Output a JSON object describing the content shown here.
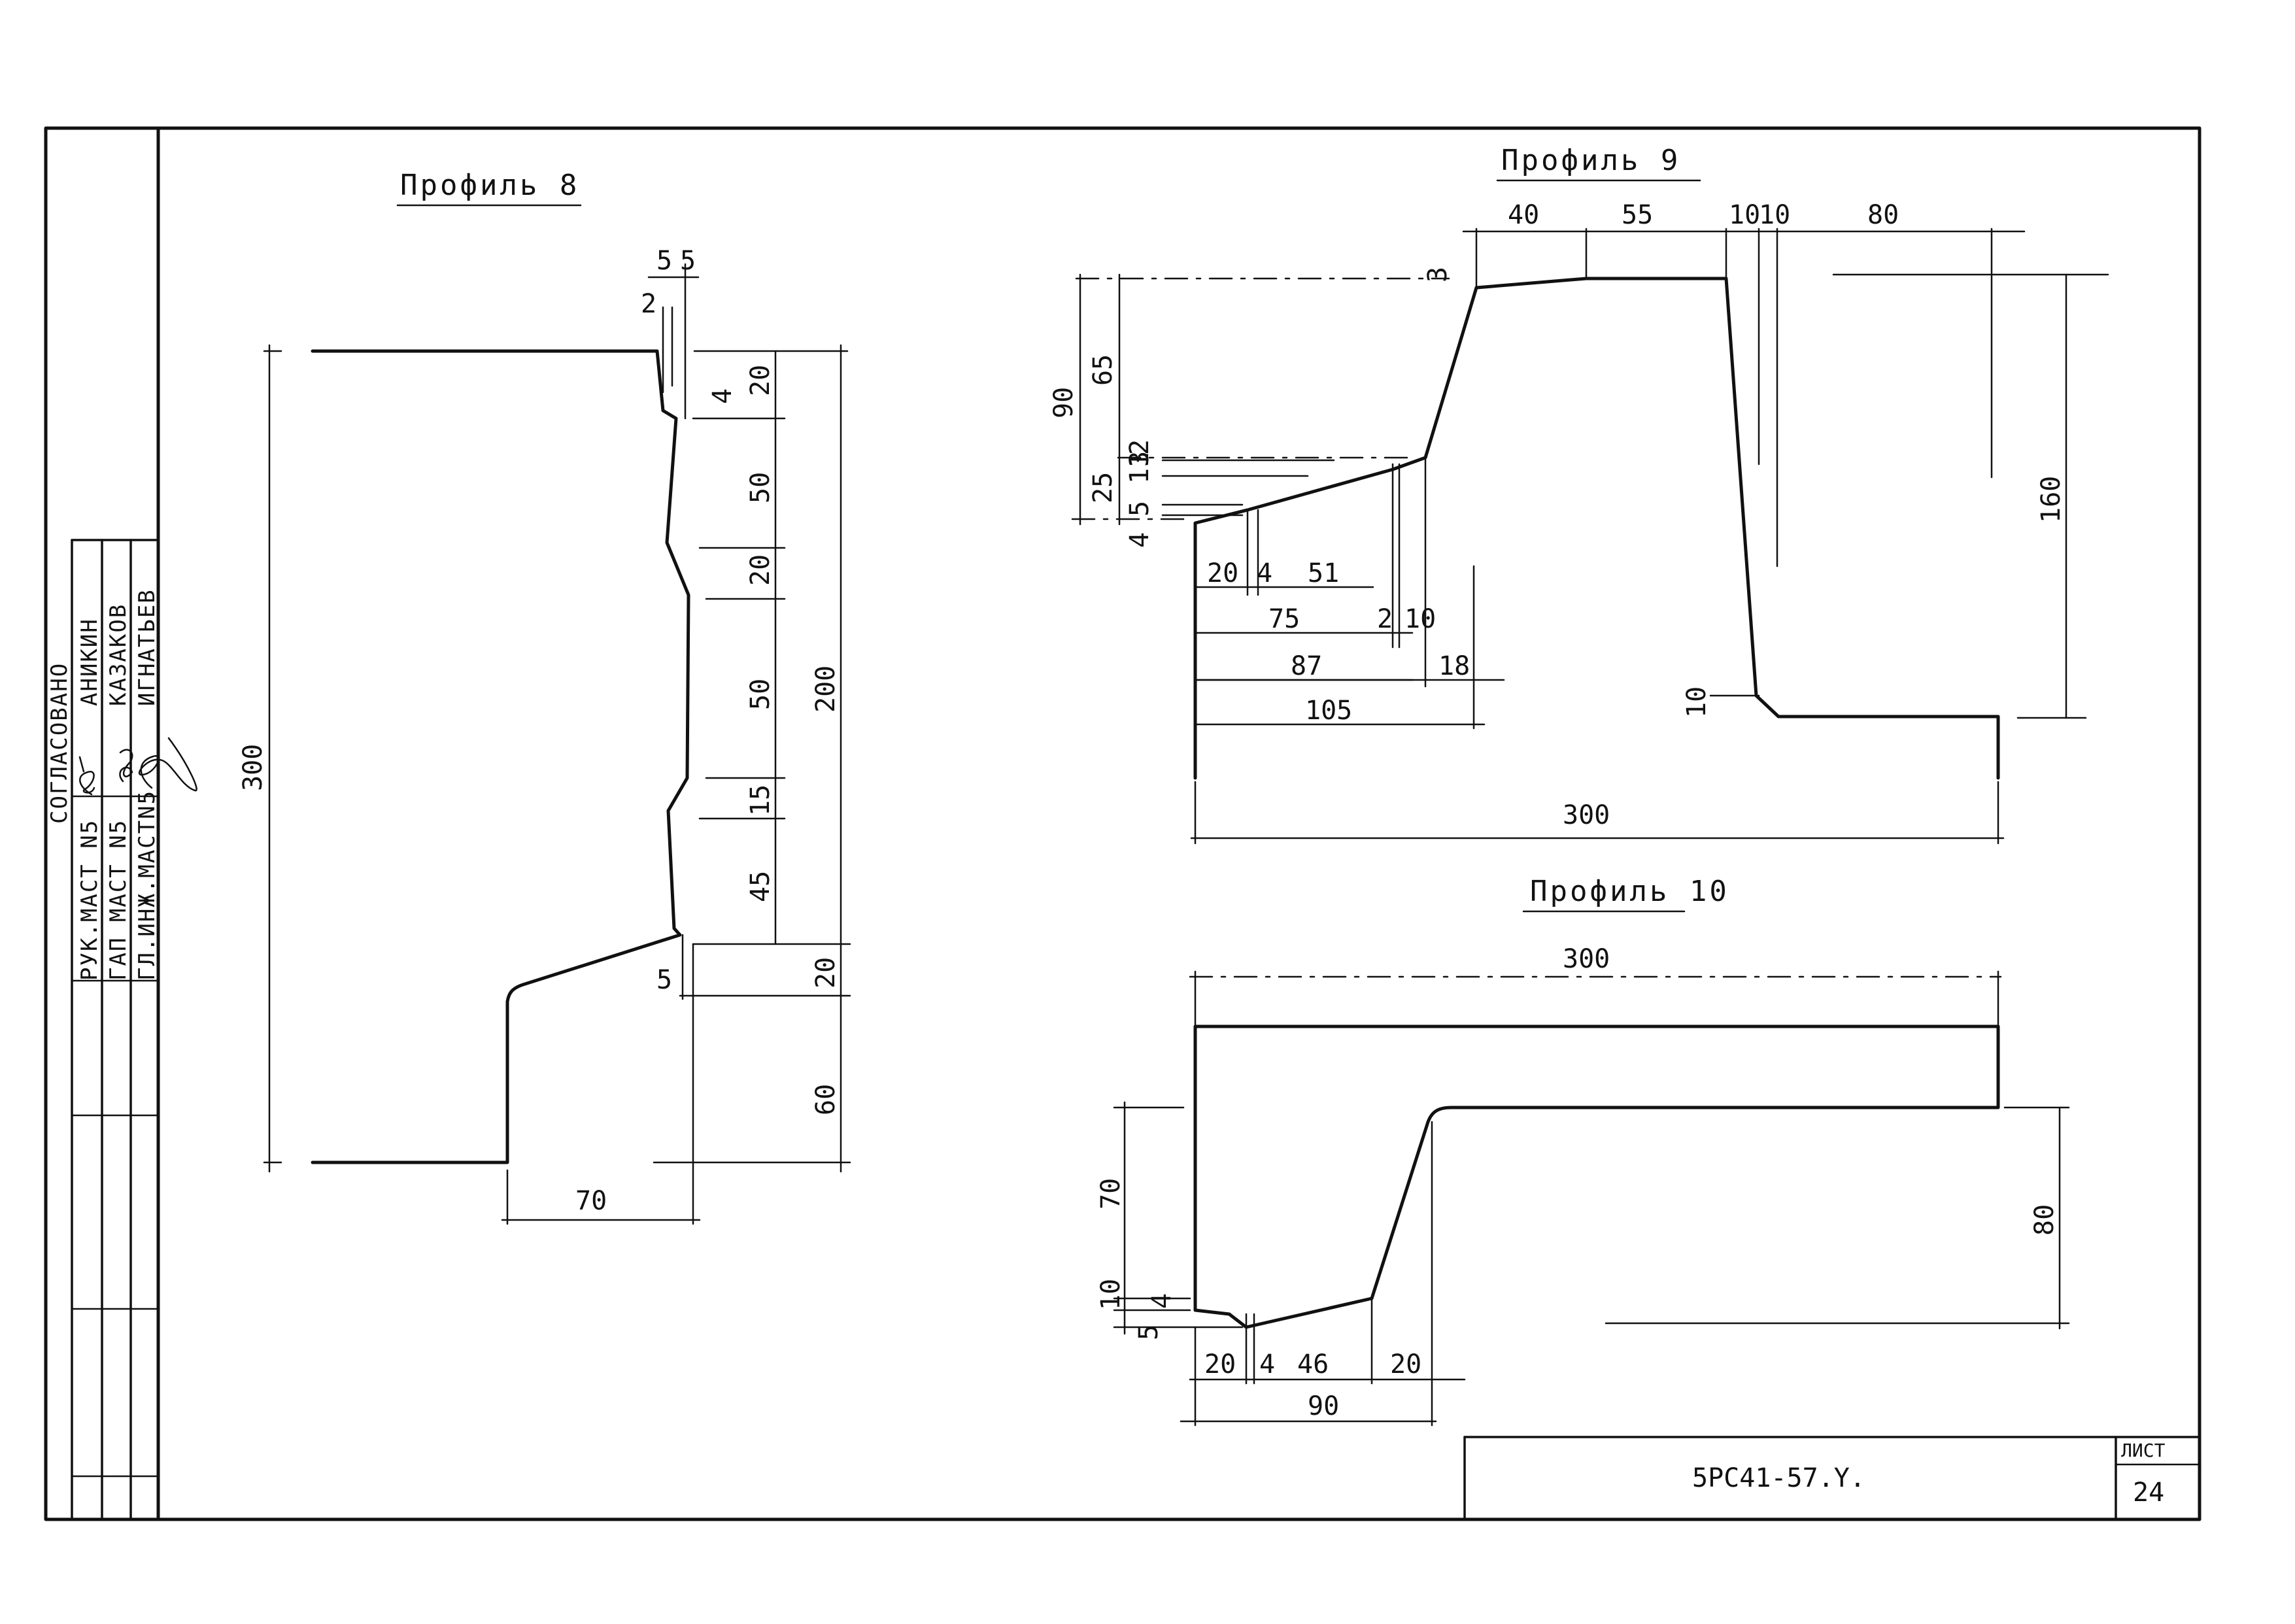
{
  "sheet": {
    "code": "5PC41-57.Y.",
    "sheet_label": "ЛИСТ",
    "sheet_number": "24"
  },
  "approvals": {
    "heading": "СОГЛАСОВАНО",
    "rows": [
      {
        "role": "РУК.МАСТ N5",
        "name": "АНИКИН"
      },
      {
        "role": "ГАП МАСТ N5",
        "name": "КАЗАКОВ"
      },
      {
        "role": "ГЛ.ИНЖ.МАСТN5",
        "name": "ИГНАТЬЕВ"
      }
    ]
  },
  "profile8": {
    "title": "Профиль 8",
    "dims": {
      "top_5a": "5",
      "top_5b": "5",
      "top_2": "2",
      "d4": "4",
      "d20a": "20",
      "d50a": "50",
      "d20b": "20",
      "d50b": "50",
      "d15": "15",
      "d45": "45",
      "d20c": "20",
      "d60": "60",
      "d200": "200",
      "d300": "300",
      "d70": "70",
      "d5": "5"
    }
  },
  "profile9": {
    "title": "Профиль 9",
    "dims": {
      "t40": "40",
      "t55": "55",
      "t10a": "10",
      "t10b": "10",
      "t80": "80",
      "d3": "3",
      "d90": "90",
      "d65": "65",
      "d25": "25",
      "d5": "5",
      "d11": "11",
      "d3b": "3",
      "d2": "2",
      "d4": "4",
      "d160": "160",
      "b20": "20",
      "b4": "4",
      "b51": "51",
      "b75": "75",
      "b2": "2",
      "b10": "10",
      "b87": "87",
      "b18": "18",
      "b105": "105",
      "d10": "10",
      "d300": "300"
    }
  },
  "profile10": {
    "title": "Профиль 10",
    "dims": {
      "d300": "300",
      "d70": "70",
      "d80": "80",
      "d10": "10",
      "d4": "4",
      "d5": "5",
      "b20a": "20",
      "b4": "4",
      "b46": "46",
      "b20b": "20",
      "b90": "90"
    }
  }
}
